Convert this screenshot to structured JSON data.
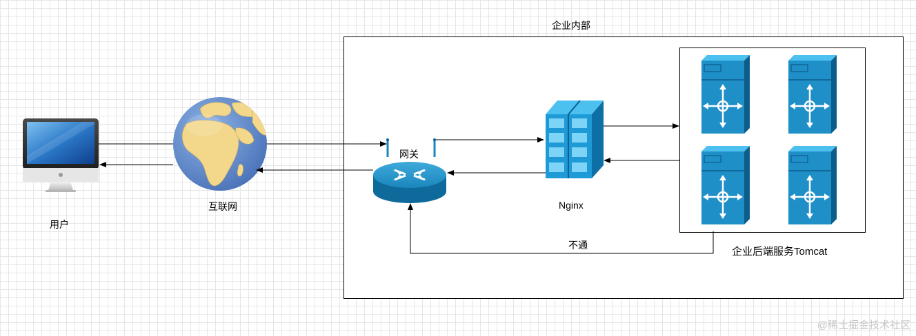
{
  "diagram": {
    "labels": {
      "enterprise": "企业内部",
      "user": "用户",
      "internet": "互联网",
      "gateway": "网关",
      "nginx": "Nginx",
      "blocked": "不通",
      "tomcat": "企业后端服务Tomcat"
    },
    "watermark": "@稀土掘金技术社区",
    "colors": {
      "ocean": "#5b84c6",
      "land": "#f3d78a",
      "server_blue": "#1f8fc8",
      "server_dark": "#0d5d8c",
      "router_blue": "#1a86bc",
      "line": "#000000"
    }
  }
}
